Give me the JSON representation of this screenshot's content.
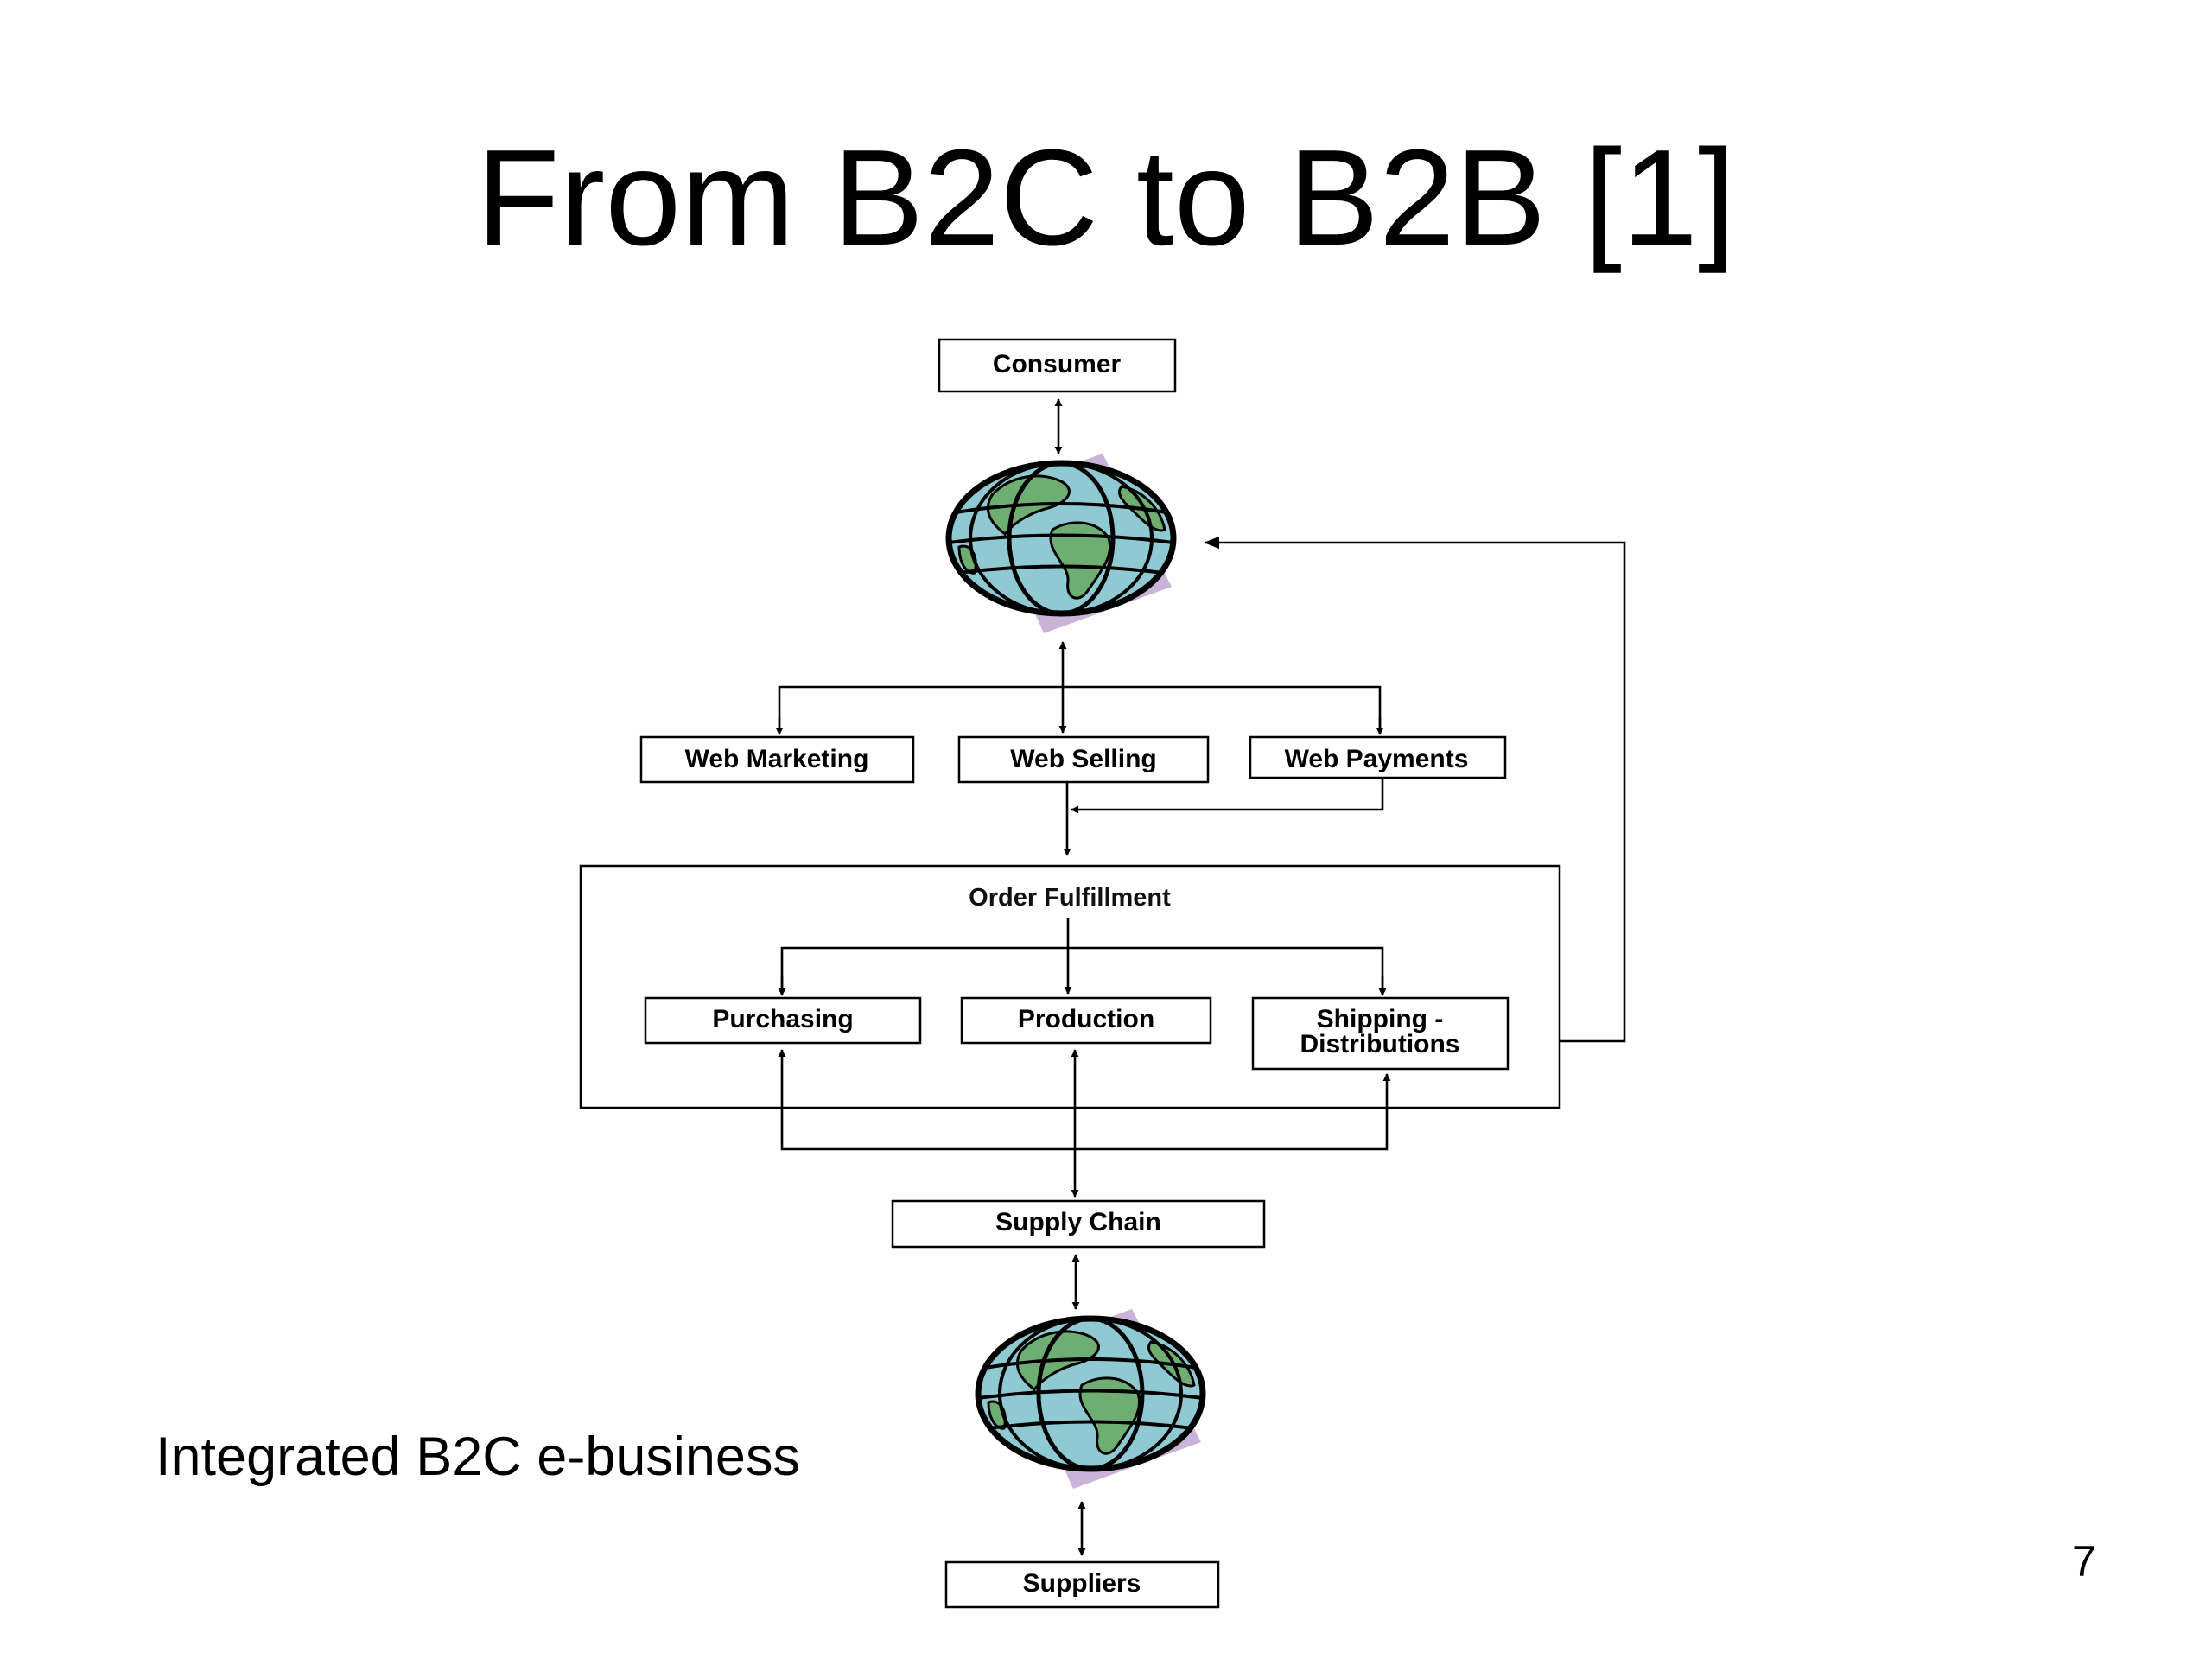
{
  "slide": {
    "title": "From B2C to B2B [1]",
    "caption": "Integrated B2C e-business",
    "page_number": "7"
  },
  "diagram": {
    "nodes": {
      "consumer": "Consumer",
      "web_marketing": "Web Marketing",
      "web_selling": "Web Selling",
      "web_payments": "Web Payments",
      "order_fulfillment": "Order Fulfillment",
      "purchasing": "Purchasing",
      "production": "Production",
      "shipping_line1": "Shipping -",
      "shipping_line2": "Distributions",
      "supply_chain": "Supply Chain",
      "suppliers": "Suppliers"
    },
    "icons": [
      "globe-icon",
      "globe-icon"
    ],
    "colors": {
      "globe_ocean": "#8fc9d2",
      "globe_land": "#6fae73",
      "globe_shadow": "#c9b3d6",
      "line": "#000000"
    }
  }
}
